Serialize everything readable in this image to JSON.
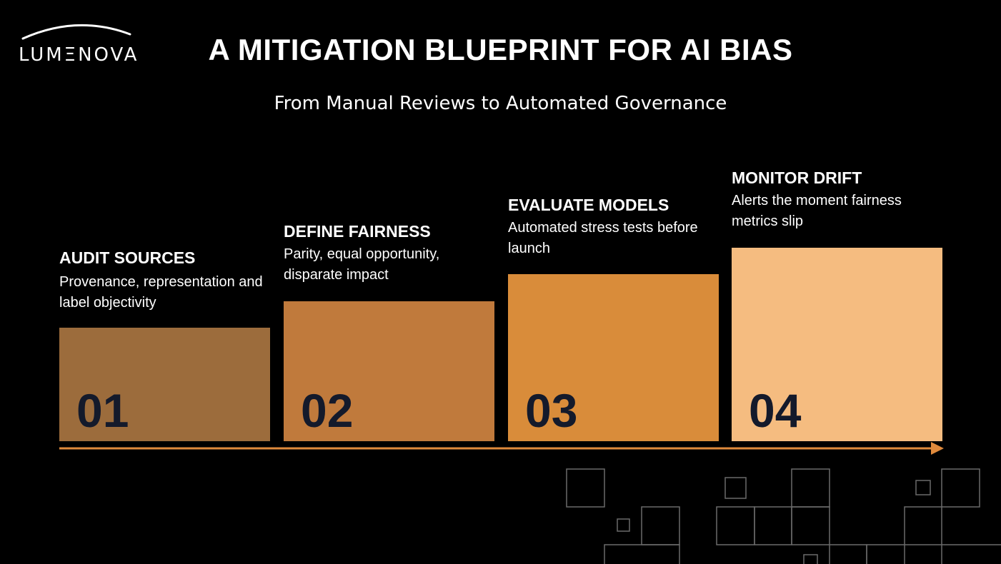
{
  "brand": {
    "logo_text": "LUMΞNOVA"
  },
  "header": {
    "title": "A MITIGATION BLUEPRINT FOR AI BIAS",
    "subtitle": "From Manual Reviews to Automated Governance"
  },
  "steps": [
    {
      "number": "01",
      "heading": "AUDIT SOURCES",
      "description": "Provenance, representation and label objectivity",
      "color": "#9c6c3c"
    },
    {
      "number": "02",
      "heading": "DEFINE FAIRNESS",
      "description": "Parity, equal opportunity, disparate impact",
      "color": "#c07a3c"
    },
    {
      "number": "03",
      "heading": "EVALUATE MODELS",
      "description": "Automated stress tests before launch",
      "color": "#d98c3a"
    },
    {
      "number": "04",
      "heading": "MONITOR DRIFT",
      "description": "Alerts the moment fairness metrics slip",
      "color": "#f5bc80"
    }
  ],
  "timeline": {
    "color": "#e08a3c",
    "icon": "arrow-right-icon"
  },
  "decoration": {
    "icon": "grid-squares-decoration",
    "color": "#6a6a6a"
  }
}
